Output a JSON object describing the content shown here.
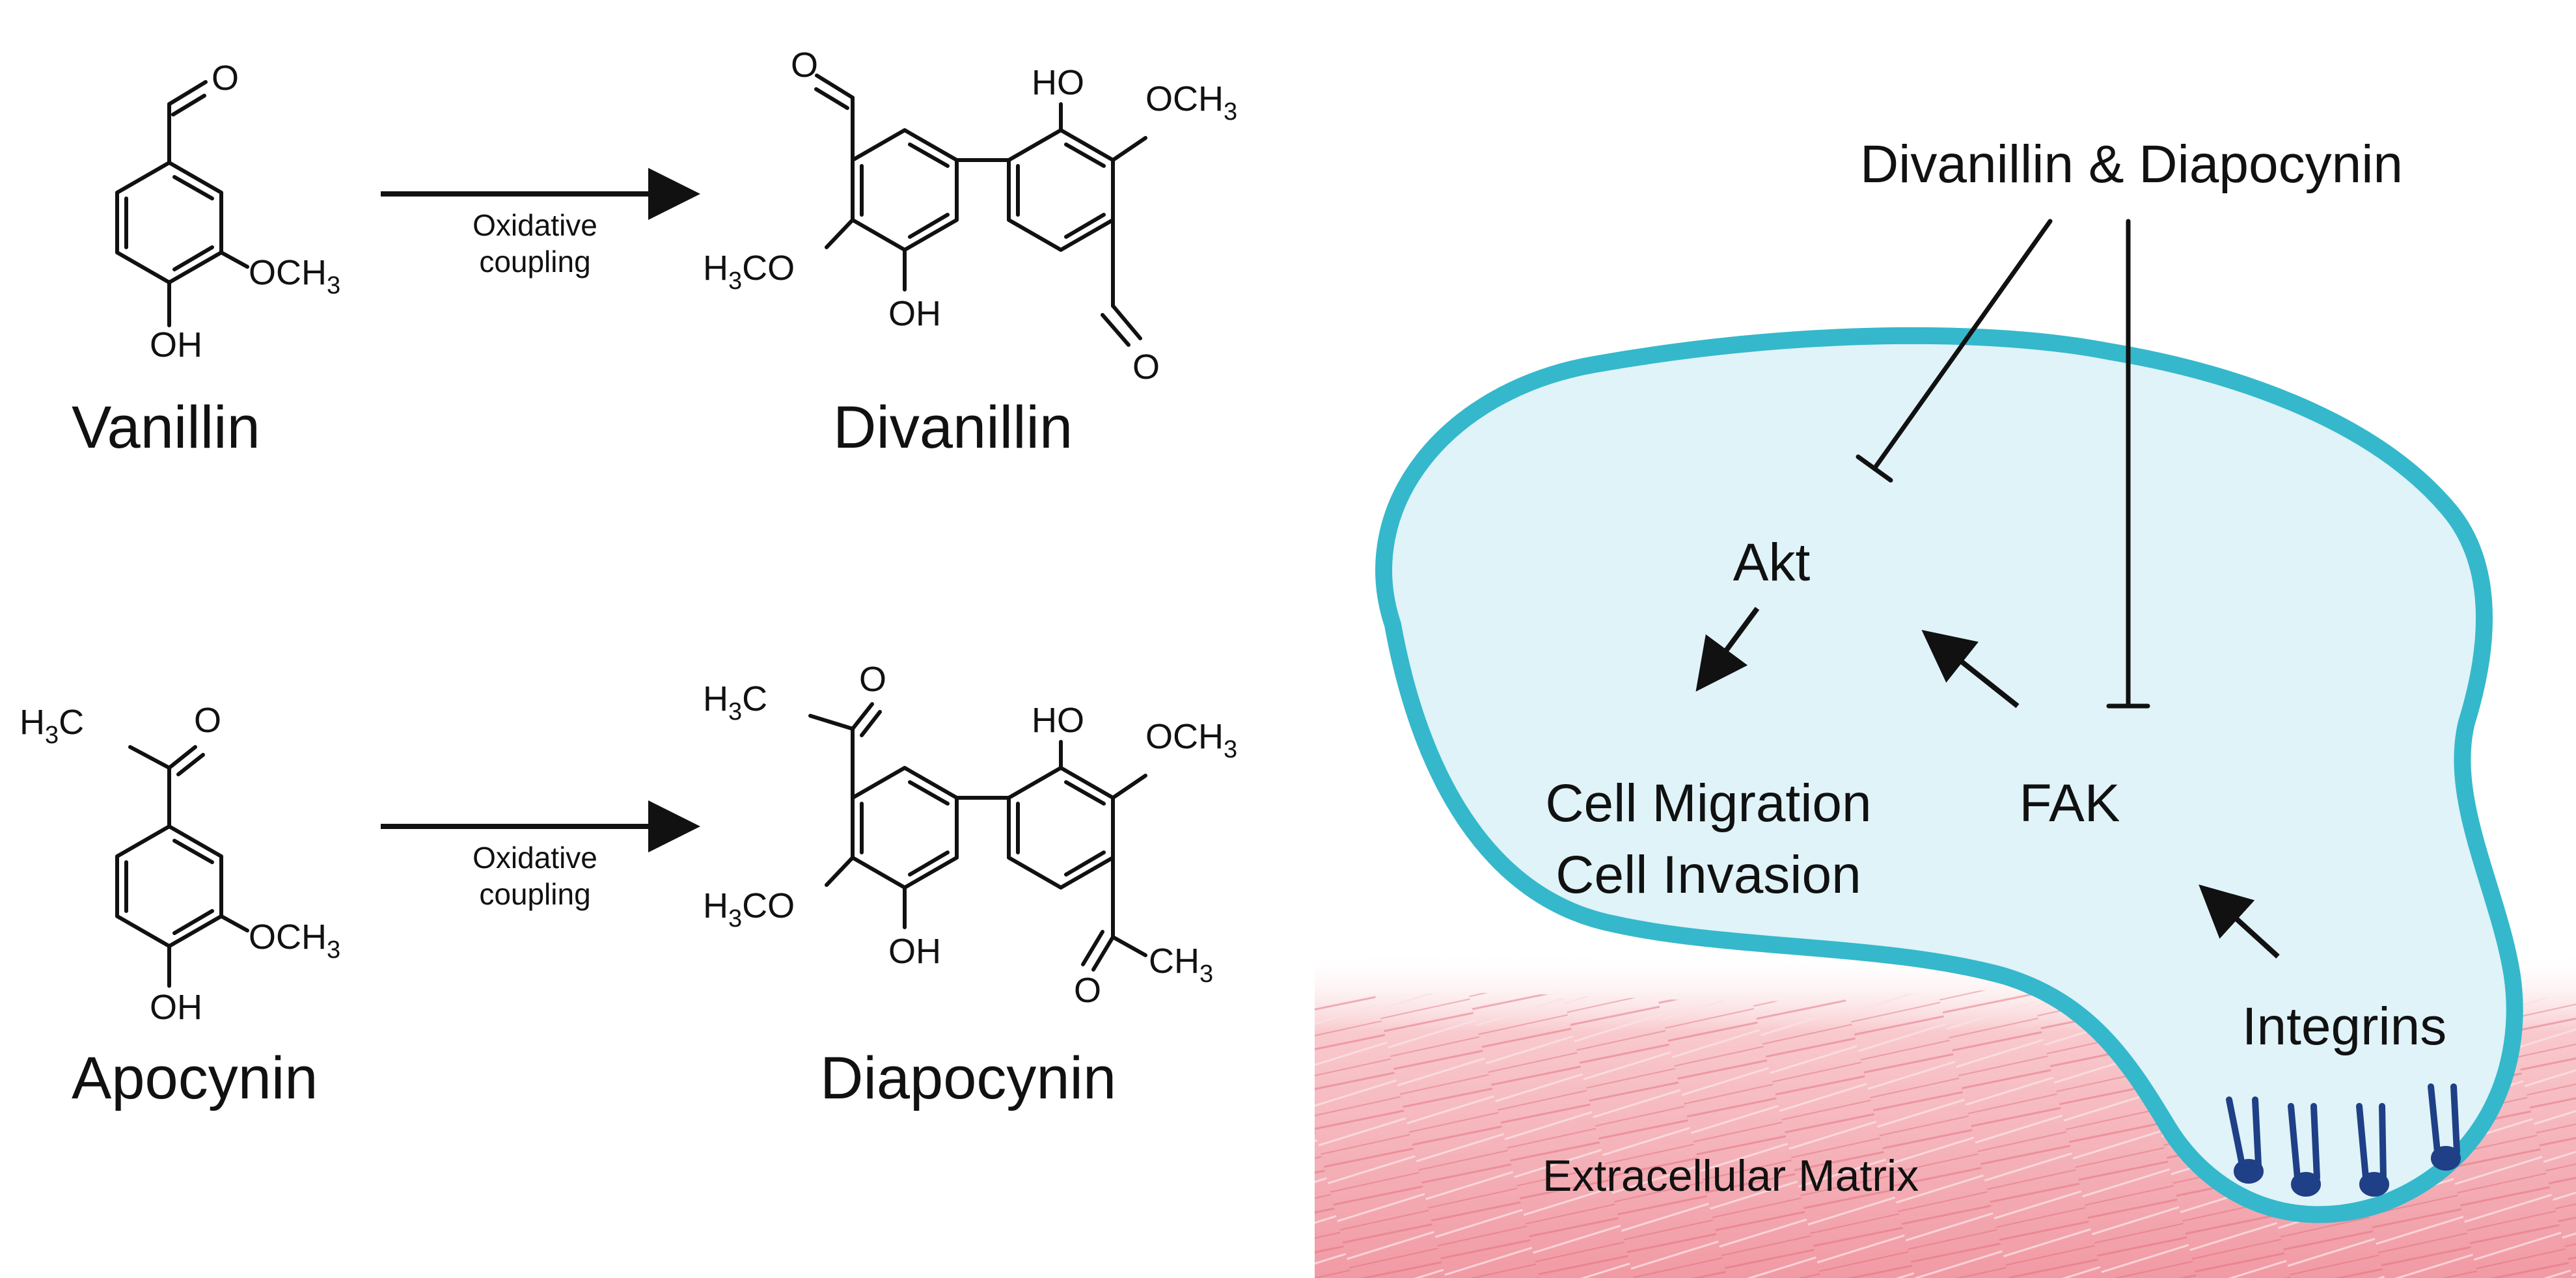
{
  "reactions": [
    {
      "reactant": {
        "name": "Vanillin",
        "groups": {
          "top": "O",
          "meta": "OCH",
          "meta_sub": "3",
          "para": "OH"
        }
      },
      "arrow_label": [
        "Oxidative",
        "coupling"
      ],
      "product": {
        "name": "Divanillin",
        "groups": {
          "top_left": "O",
          "oh_top": "HO",
          "och3_top": "OCH",
          "och3_top_sub": "3",
          "h3co_left_h": "H",
          "h3co_left_sub": "3",
          "h3co_left_co": "CO",
          "oh_bottom": "OH",
          "bottom_right": "O"
        }
      }
    },
    {
      "reactant": {
        "name": "Apocynin",
        "groups": {
          "acetyl_h": "H",
          "acetyl_sub": "3",
          "acetyl_c": "C",
          "top": "O",
          "meta": "OCH",
          "meta_sub": "3",
          "para": "OH"
        }
      },
      "arrow_label": [
        "Oxidative",
        "coupling"
      ],
      "product": {
        "name": "Diapocynin",
        "groups": {
          "acetyl_left_h": "H",
          "acetyl_left_sub": "3",
          "acetyl_left_c": "C",
          "top_o": "O",
          "oh_top": "HO",
          "och3_top": "OCH",
          "och3_top_sub": "3",
          "h3co_left_h": "H",
          "h3co_left_sub": "3",
          "h3co_left_co": "CO",
          "oh_bottom": "OH",
          "bottom_o": "O",
          "acetyl_right": "CH",
          "acetyl_right_sub": "3"
        }
      }
    }
  ],
  "pathway": {
    "inhibitor": "Divanillin & Diapocynin",
    "nodes": {
      "akt": "Akt",
      "fak": "FAK",
      "integrins": "Integrins"
    },
    "outcome": [
      "Cell Migration",
      "Cell Invasion"
    ],
    "matrix_label": "Extracellular Matrix"
  },
  "colors": {
    "cell_fill": "#dff3f8",
    "cell_border": "#35b8cb",
    "matrix": "#f4b3ba",
    "integrin": "#1f3f86"
  }
}
